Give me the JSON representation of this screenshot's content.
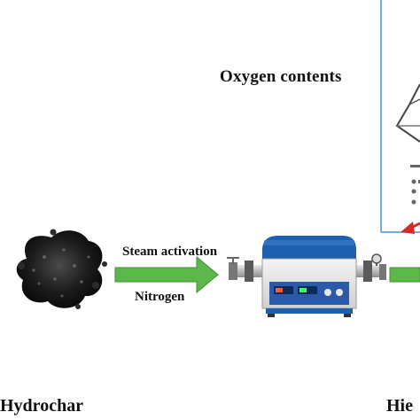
{
  "diagram": {
    "oxygen_title": "Oxygen contents",
    "steam_label": "Steam activation",
    "nitrogen_label": "Nitrogen",
    "hydrochar_label": "Hydrochar",
    "product_label_partial": "Hie"
  },
  "colors": {
    "arrow_green": "#5cb84a",
    "panel_border": "#4a90d9",
    "red_arrow": "#d62a2a",
    "furnace_blue": "#1f5fb0",
    "char_black": "#151515"
  },
  "icons": [
    "hydrochar-particle-image",
    "tube-furnace-image",
    "chemical-structure-panel"
  ]
}
